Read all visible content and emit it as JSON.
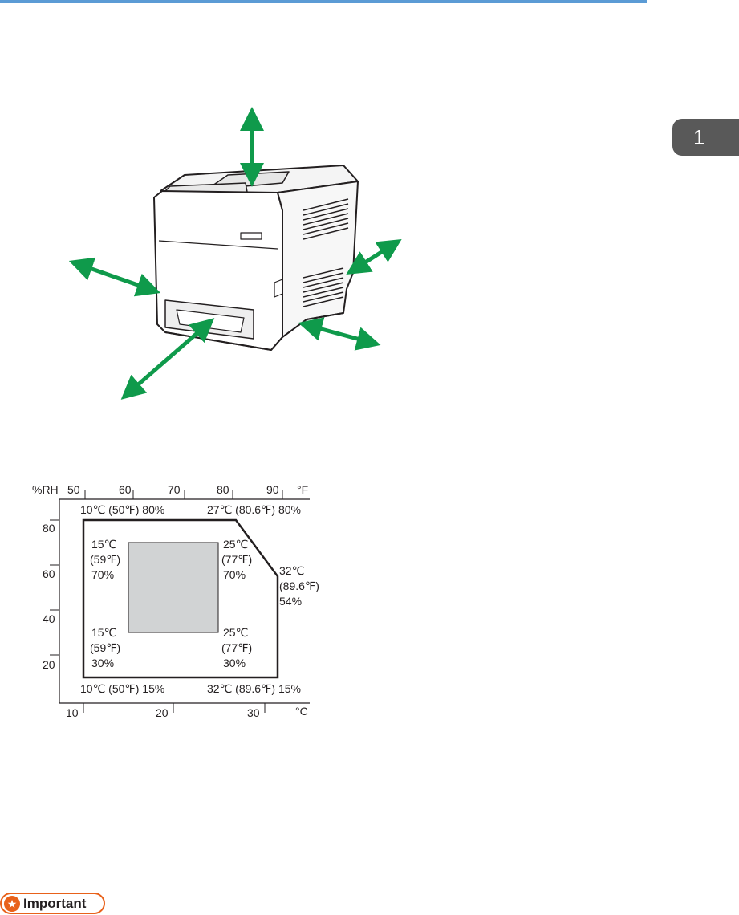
{
  "chapter_tab": {
    "number": "1"
  },
  "chart_data": {
    "type": "area",
    "x_celsius_ticks": [
      "10",
      "20",
      "30"
    ],
    "x_celsius_unit": "°C",
    "x_fahrenheit_ticks": [
      "50",
      "60",
      "70",
      "80",
      "90"
    ],
    "x_fahrenheit_unit": "°F",
    "y_ticks": [
      "80",
      "60",
      "40",
      "20"
    ],
    "y_unit": "%RH",
    "outer_region": {
      "points": [
        {
          "temp_c": 10,
          "rh": 15
        },
        {
          "temp_c": 10,
          "rh": 80
        },
        {
          "temp_c": 27,
          "rh": 80
        },
        {
          "temp_c": 32,
          "rh": 54
        },
        {
          "temp_c": 32,
          "rh": 15
        }
      ]
    },
    "recommended_region": {
      "points": [
        {
          "temp_c": 15,
          "rh": 30
        },
        {
          "temp_c": 15,
          "rh": 70
        },
        {
          "temp_c": 25,
          "rh": 70
        },
        {
          "temp_c": 25,
          "rh": 30
        }
      ],
      "fill": "#d1d3d4"
    },
    "annotations": {
      "top_left": "10℃ (50℉) 80%",
      "top_right": "27℃ (80.6℉) 80%",
      "right_1": "32℃",
      "right_2": "(89.6℉)",
      "right_3": "54%",
      "bottom_left": "10℃ (50℉) 15%",
      "bottom_right": "32℃ (89.6℉) 15%",
      "inner_tl_1": "15℃",
      "inner_tl_2": "(59℉)",
      "inner_tl_3": "70%",
      "inner_tr_1": "25℃",
      "inner_tr_2": "(77℉)",
      "inner_tr_3": "70%",
      "inner_bl_1": "15℃",
      "inner_bl_2": "(59℉)",
      "inner_bl_3": "30%",
      "inner_br_1": "25℃",
      "inner_br_2": "(77℉)",
      "inner_br_3": "30%"
    }
  },
  "important": {
    "label": "Important",
    "icon": "star-icon"
  },
  "colors": {
    "top_rule": "#5b9bd5",
    "arrow": "#0f9a4b",
    "tab": "#595959",
    "important_accent": "#e8611a"
  }
}
